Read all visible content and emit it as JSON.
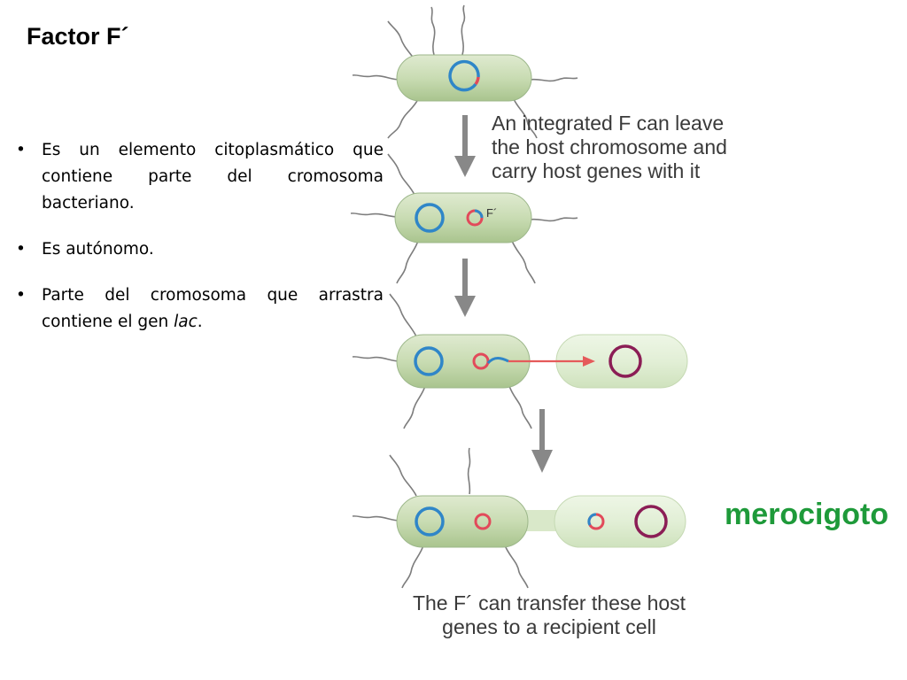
{
  "slide": {
    "title": "Factor F´",
    "bullets": [
      {
        "text": "Es un elemento citoplasmático que contiene parte del cromosoma bacteriano."
      },
      {
        "text": "Es autónomo."
      },
      {
        "pre": "Parte del cromosoma que arrastra contiene el gen ",
        "em": "lac",
        "post": "."
      }
    ]
  },
  "diagram": {
    "caption_top": "An integrated F can leave the host chromosome and carry host genes with it",
    "caption_bottom": "The F´ can transfer these host genes to a recipient cell",
    "plasmid_label": "F´",
    "highlight_label": "merocigoto"
  },
  "colors": {
    "cell_fill": "#c9dcb3",
    "recipient_fill": "#e2efd6",
    "chromosome_blue": "#2f86c8",
    "plasmid_red": "#e24a5a",
    "recipient_purple": "#8b1d55",
    "arrow_gray": "#888888",
    "transfer_red": "#e55a5a",
    "merocigoto_green": "#1e9a3a"
  }
}
